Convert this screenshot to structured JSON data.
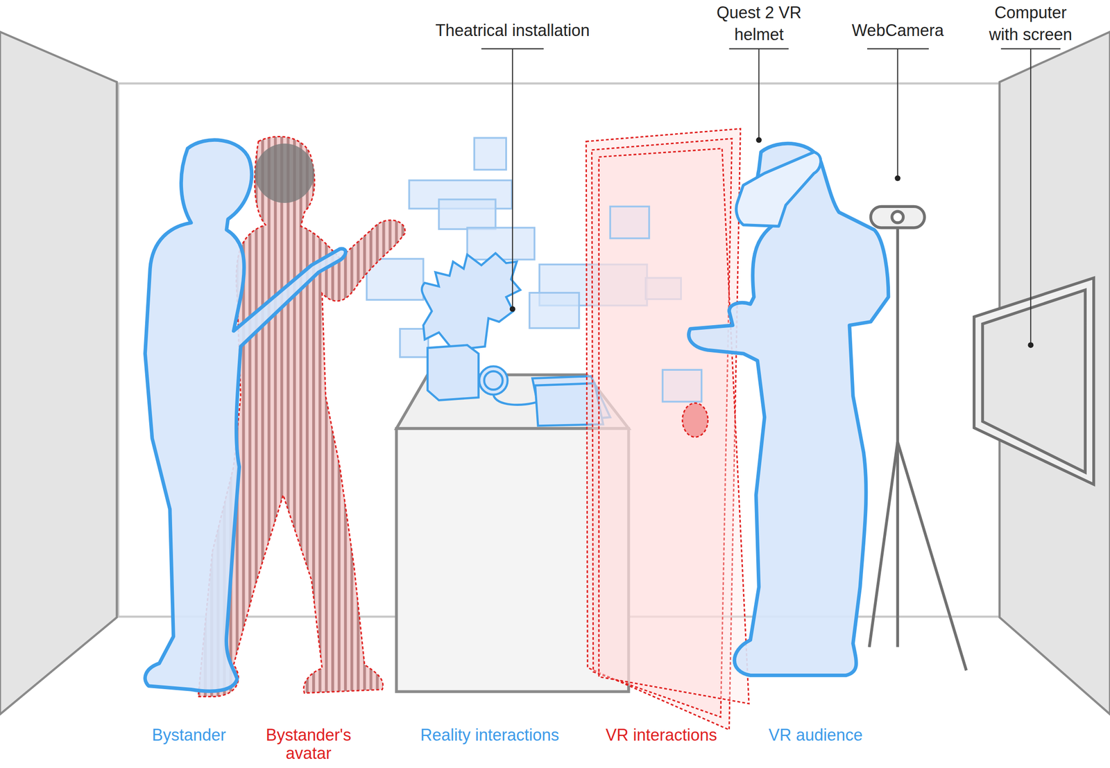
{
  "diagram": {
    "labels": [
      "Theatrical installation",
      "Quest 2 VR helmet",
      "WebCamera",
      "Computer with screen",
      "Bystander",
      "Bystander's avatar",
      "Reality interactions",
      "VR interactions",
      "VR audience"
    ]
  }
}
